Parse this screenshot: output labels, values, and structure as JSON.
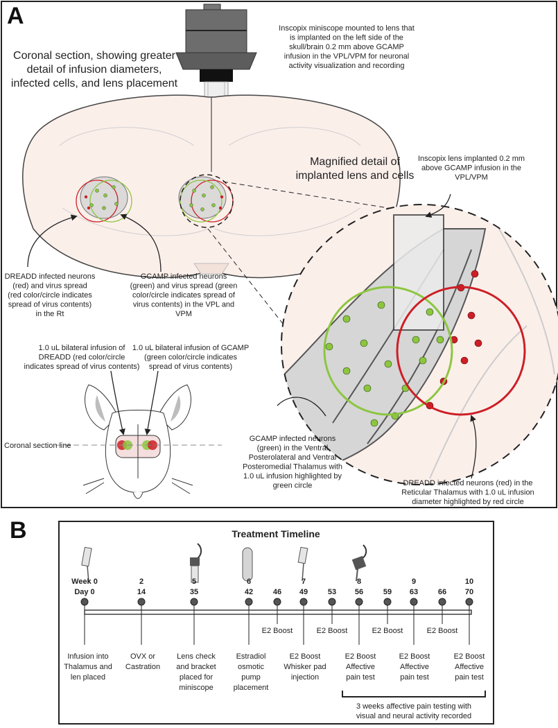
{
  "panel_a": {
    "letter": "A",
    "coronal_caption": [
      "Coronal section, showing greater",
      "detail of infusion diameters,",
      "infected cells, and lens placement"
    ],
    "miniscope_caption": [
      "Inscopix miniscope mounted to lens that",
      "is implanted on the left side of the",
      "skull/brain 0.2 mm above GCAMP",
      "infusion in the VPL/VPM for neuronal",
      "activity visualization and recording"
    ],
    "magnified_caption": [
      "Magnified detail of",
      "implanted lens and cells"
    ],
    "lens_caption": [
      "Inscopix lens implanted 0.2 mm",
      "above GCAMP infusion in the",
      "VPL/VPM"
    ],
    "dreadd_caption": [
      "DREADD infected neurons",
      "(red) and virus spread",
      "(red color/circle indicates",
      "spread of virus contents)",
      "in the Rt"
    ],
    "gcamp_caption": [
      "GCAMP infected neurons",
      "(green) and virus spread (green",
      "color/circle indicates spread of",
      "virus contents) in the VPL and",
      "VPM"
    ],
    "infusion_dreadd_caption": [
      "1.0 uL bilateral infusion of",
      "DREADD (red color/circle",
      "indicates spread of virus contents)"
    ],
    "infusion_gcamp_caption": [
      "1.0 uL bilateral infusion of GCAMP",
      "(green color/circle indicates",
      "spread of virus contents)"
    ],
    "coronal_line_label": "Coronal section line",
    "gcamp_detail_caption": [
      "GCAMP infected neurons",
      "(green) in the Ventral",
      "Posterolateral and Ventral",
      "Posteromedial Thalamus with",
      "1.0 uL infusion highlighted by",
      "green circle"
    ],
    "dreadd_detail_caption": [
      "DREADD infected neurons (red) in the",
      "Reticular Thalamus with 1.0 uL infusion",
      "diameter highlighted by red circle"
    ]
  },
  "panel_b": {
    "letter": "B",
    "title": "Treatment Timeline",
    "timepoints": [
      {
        "week": "Week 0",
        "day": "Day 0",
        "below": [
          "Infusion into",
          "Thalamus and",
          "len placed"
        ]
      },
      {
        "week": "2",
        "day": "14",
        "below": [
          "OVX or",
          "Castration"
        ]
      },
      {
        "week": "5",
        "day": "35",
        "below": [
          "Lens check",
          "and bracket",
          "placed for",
          "miniscope"
        ]
      },
      {
        "week": "6",
        "day": "42",
        "below": [
          "Estradiol",
          "osmotic",
          "pump",
          "placement"
        ]
      },
      {
        "week": "",
        "day": "46",
        "boost": "E2 Boost"
      },
      {
        "week": "7",
        "day": "49",
        "below": [
          "E2 Boost",
          "Whisker pad",
          "injection"
        ]
      },
      {
        "week": "",
        "day": "53",
        "boost": "E2 Boost"
      },
      {
        "week": "8",
        "day": "56",
        "below": [
          "E2 Boost",
          "Affective",
          "pain test"
        ]
      },
      {
        "week": "",
        "day": "59",
        "boost": "E2 Boost"
      },
      {
        "week": "9",
        "day": "63",
        "below": [
          "E2 Boost",
          "Affective",
          "pain test"
        ]
      },
      {
        "week": "",
        "day": "66",
        "boost": "E2 Boost"
      },
      {
        "week": "10",
        "day": "70",
        "below": [
          "E2 Boost",
          "Affective",
          "pain test"
        ]
      }
    ],
    "bracket_caption": [
      "3 weeks affective pain testing with",
      "visual and neural activity recorded"
    ]
  },
  "colors": {
    "green": "#8cc63f",
    "red": "#cc1f26",
    "brain_fill": "#fbefea",
    "gray_dark": "#5a5a5a",
    "gray_mid": "#9a9a9a"
  }
}
